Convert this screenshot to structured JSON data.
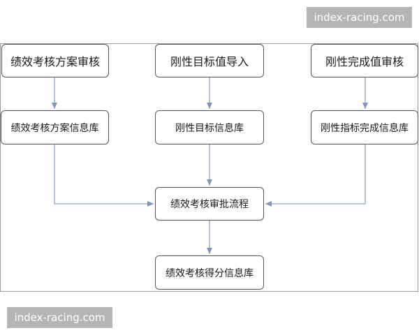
{
  "nodes": {
    "plan_review": "绩效考核方案审核",
    "rigid_import": "刚性目标值导入",
    "rigid_complete_review": "刚性完成值审核",
    "plan_db": "绩效考核方案信息库",
    "rigid_target_db": "刚性目标信息库",
    "rigid_complete_db": "刚性指标完成信息库",
    "approval_flow": "绩效考核审批流程",
    "score_db": "绩效考核得分信息库"
  },
  "watermark": {
    "top": "index-racing.com",
    "bottom": "index-racing.com"
  },
  "colors": {
    "border": "#555555",
    "arrow": "#8fa6c4",
    "watermark_bg": "#b5b5b5"
  }
}
